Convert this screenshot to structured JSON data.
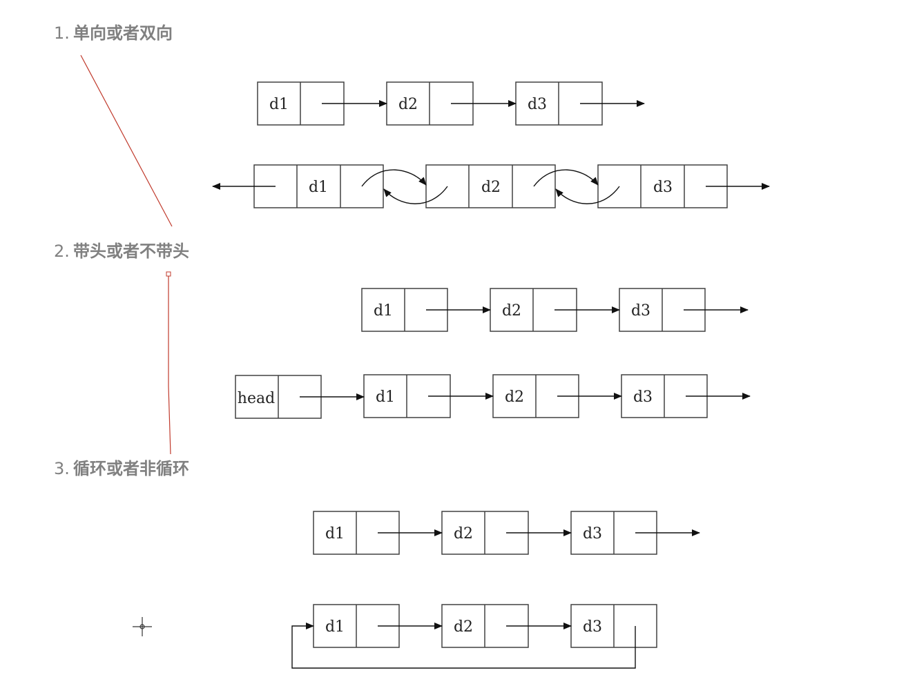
{
  "sections": [
    {
      "number": "1.",
      "title": "单向或者双向"
    },
    {
      "number": "2.",
      "title": "带头或者不带头"
    },
    {
      "number": "3.",
      "title": "循环或者非循环"
    }
  ],
  "node_labels": {
    "d1": "d1",
    "d2": "d2",
    "d3": "d3",
    "head": "head"
  },
  "diagrams": [
    {
      "name": "singly-linked-list",
      "nodes": [
        "d1",
        "d2",
        "d3"
      ]
    },
    {
      "name": "doubly-linked-list",
      "nodes": [
        "d1",
        "d2",
        "d3"
      ]
    },
    {
      "name": "headless-list",
      "nodes": [
        "d1",
        "d2",
        "d3"
      ]
    },
    {
      "name": "headed-list",
      "nodes": [
        "head",
        "d1",
        "d2",
        "d3"
      ]
    },
    {
      "name": "non-circular-list",
      "nodes": [
        "d1",
        "d2",
        "d3"
      ]
    },
    {
      "name": "circular-list",
      "nodes": [
        "d1",
        "d2",
        "d3"
      ]
    }
  ],
  "colors": {
    "heading": "#808080",
    "annotation_line": "#c0392b",
    "box_stroke": "#404040",
    "arrow": "#111111"
  }
}
